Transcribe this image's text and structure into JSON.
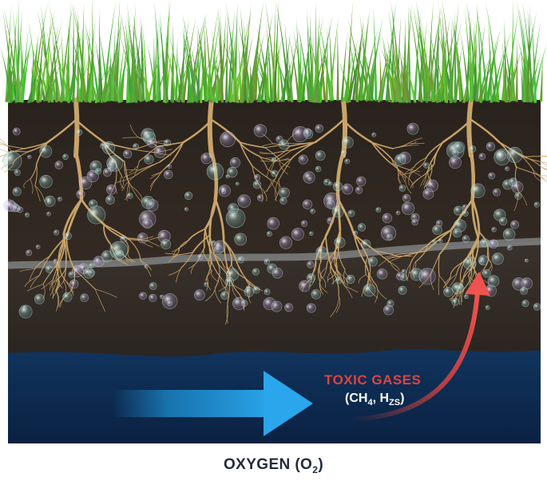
{
  "colors": {
    "grass": "#5fa83a",
    "topsoil": "#2e2620",
    "subsoil": "#3d342e",
    "water": "#0d2a4d",
    "root": "#c9a46a",
    "oxygen_arrow": "#1e9be0",
    "toxic_arrow": "#e0433f",
    "toxic_text": "#e0433f",
    "label_text": "#1f2a40"
  },
  "labels": {
    "toxic_title": "TOXIC GASES",
    "toxic_formula_open": "(CH",
    "toxic_formula_sub1": "4",
    "toxic_formula_mid": ", H",
    "toxic_formula_sub2": "ZS",
    "toxic_formula_close": ")",
    "oxygen_main": "OXYGEN (O",
    "oxygen_sub": "2",
    "oxygen_close": ")"
  },
  "icons": {
    "plants": "grass-plant-icon",
    "roots": "root-icon",
    "bubbles": "gas-bubble-icon"
  }
}
